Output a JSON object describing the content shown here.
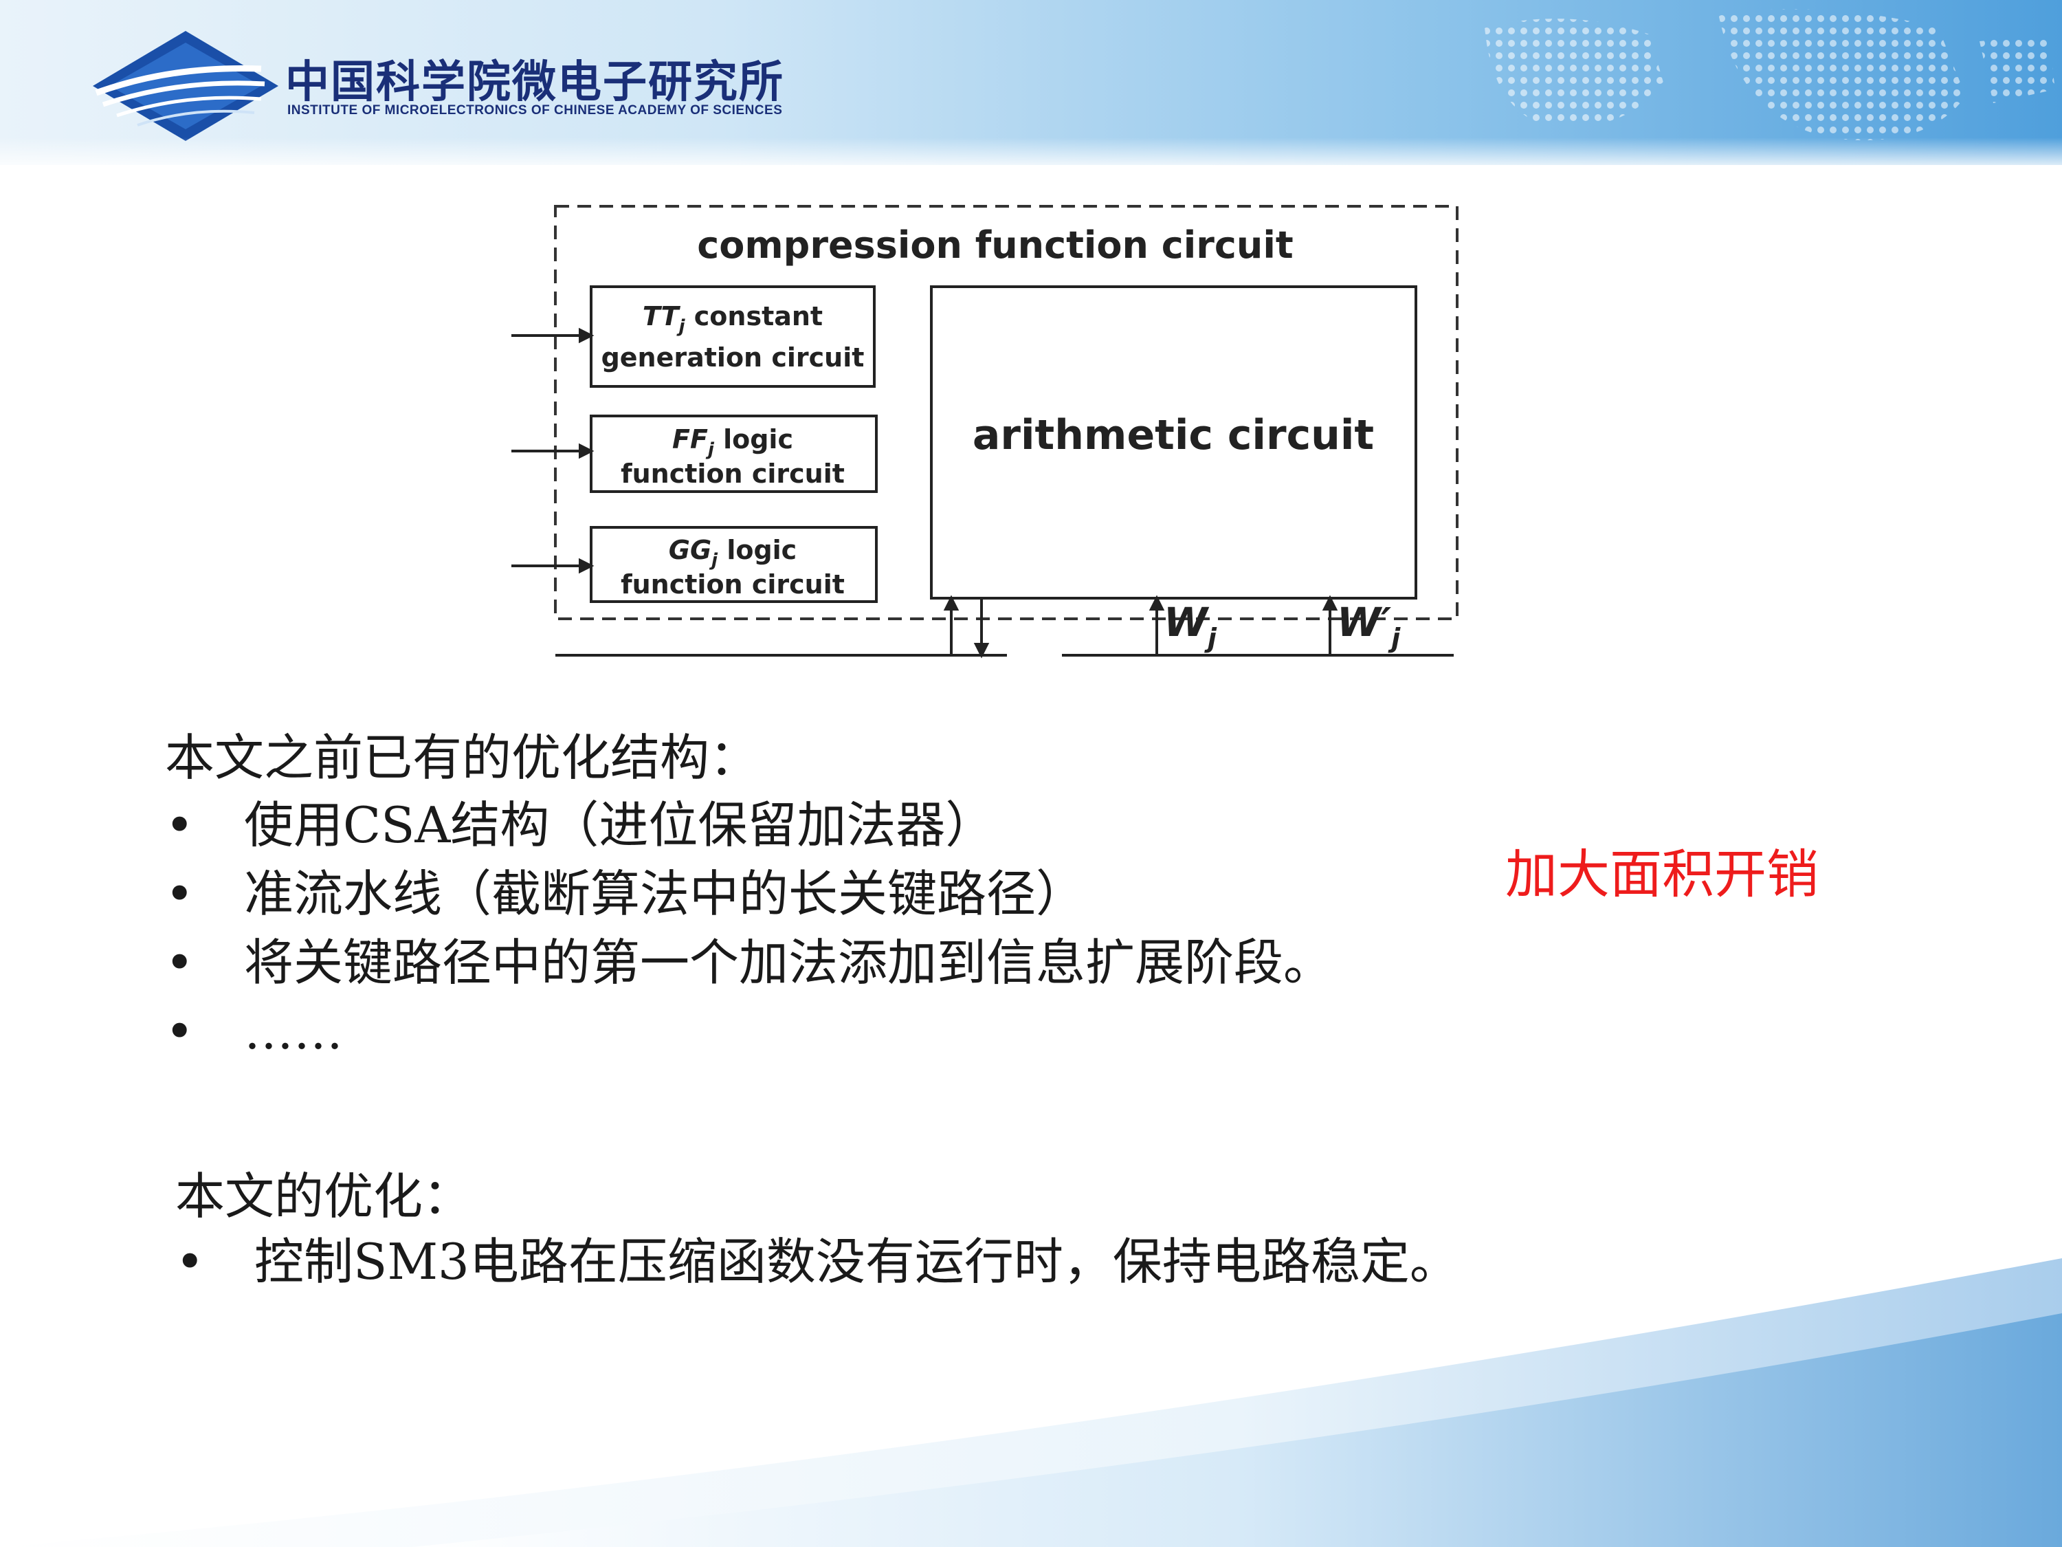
{
  "header": {
    "logo_cn": "中国科学院微电子研究所",
    "logo_en": "INSTITUTE OF MICROELECTRONICS OF CHINESE ACADEMY OF SCIENCES",
    "brand_color": "#1a2f78"
  },
  "diagram": {
    "outer_title": "compression function circuit",
    "block_tt_l1_main": "TT",
    "block_tt_l1_sub": "j",
    "block_tt_l1_rest": " constant",
    "block_tt_l2": "generation circuit",
    "block_ff_l1_main": "FF",
    "block_ff_l1_sub": "j",
    "block_ff_l1_rest": " logic",
    "block_ff_l2": "function circuit",
    "block_gg_l1_main": "GG",
    "block_gg_l1_sub": "j",
    "block_gg_l1_rest": " logic",
    "block_gg_l2": "function circuit",
    "arith": "arithmetic circuit",
    "input_w": "W",
    "input_w_sub": "j",
    "input_w2": "W′",
    "input_w2_sub": "j"
  },
  "section1": {
    "heading": "本文之前已有的优化结构：",
    "items": [
      "使用CSA结构（进位保留加法器）",
      "准流水线（截断算法中的长关键路径）",
      "将关键路径中的第一个加法添加到信息扩展阶段。",
      "……"
    ],
    "bullet": "•"
  },
  "note": {
    "text": "加大面积开销",
    "color": "#ee1c1c"
  },
  "section2": {
    "heading": "本文的优化：",
    "items": [
      "控制SM3电路在压缩函数没有运行时，保持电路稳定。"
    ],
    "bullet": "•"
  }
}
